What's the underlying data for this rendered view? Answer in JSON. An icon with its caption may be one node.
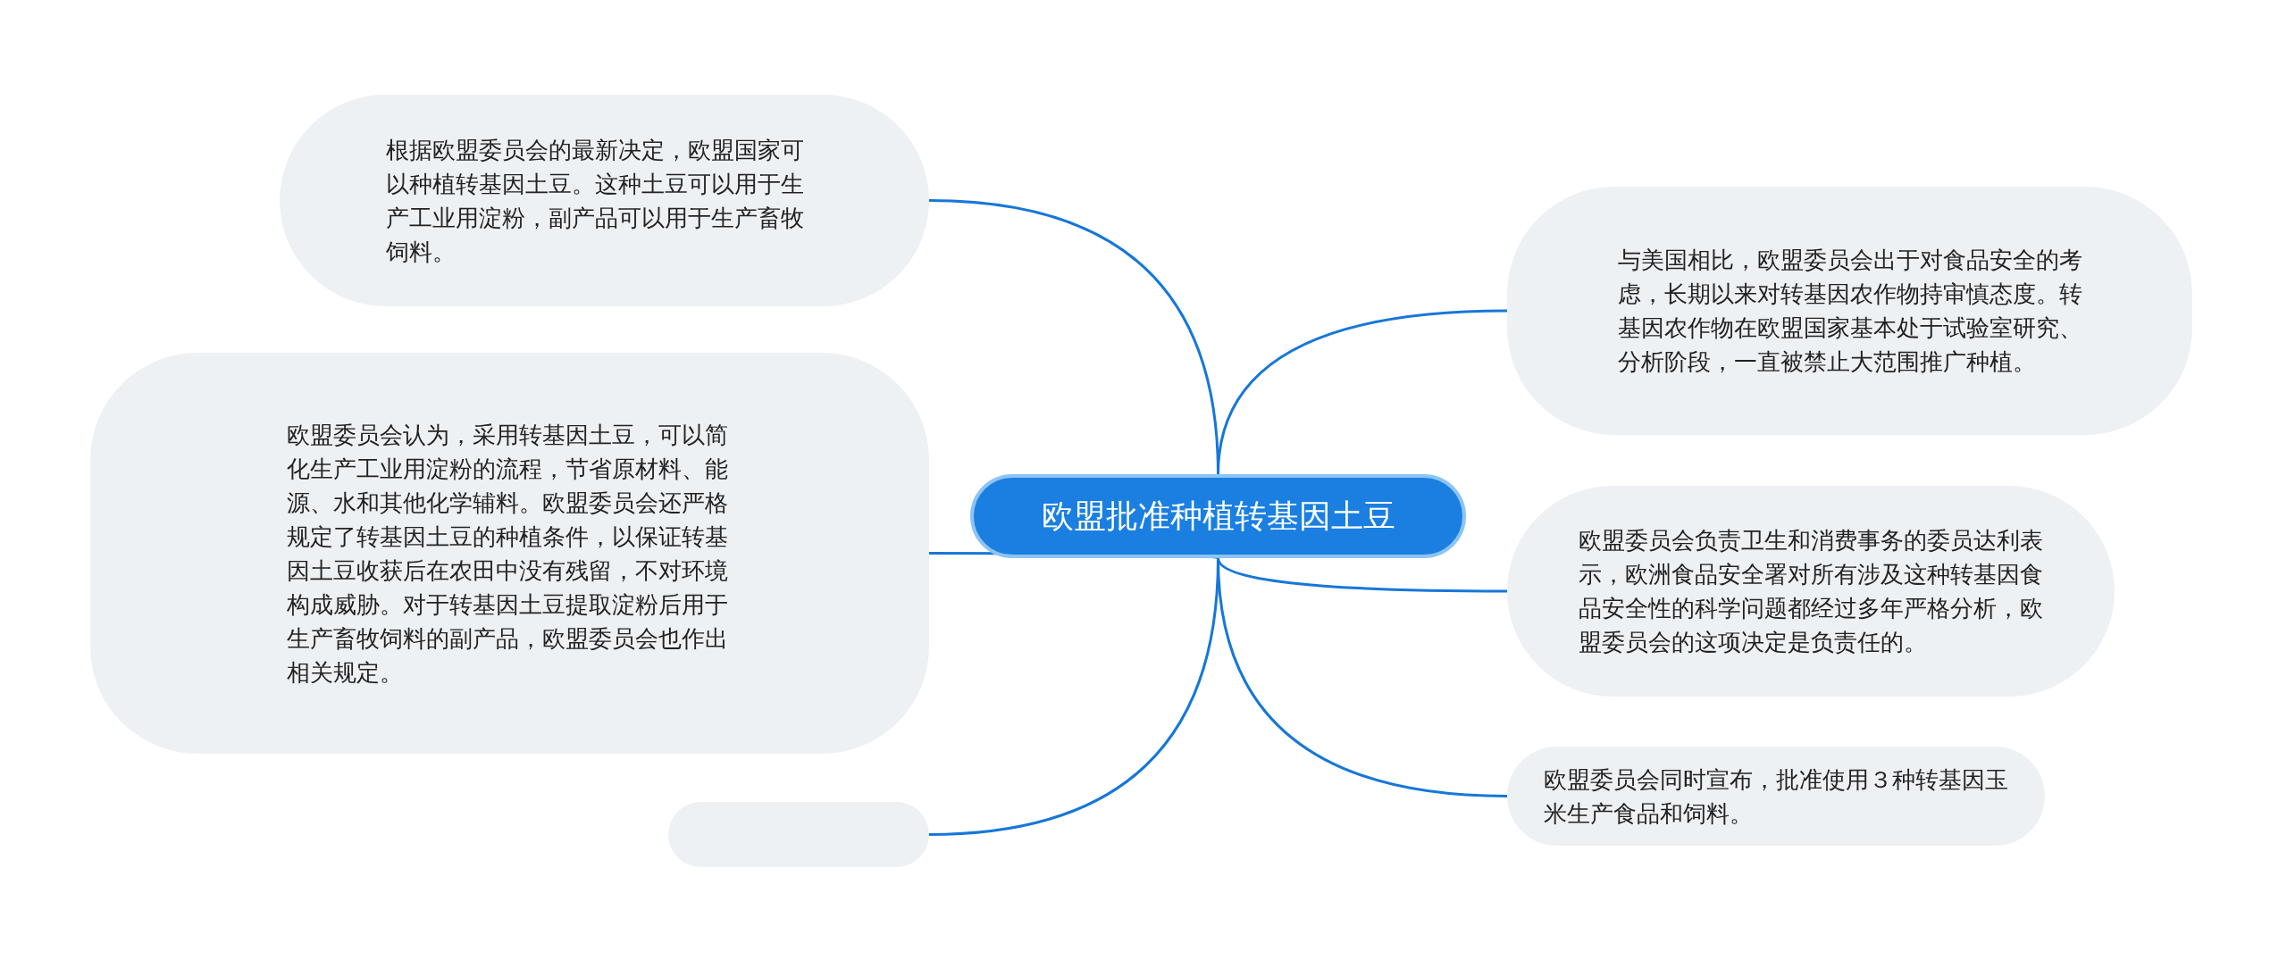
{
  "diagram": {
    "nodes": [
      {
        "text": [
          "欧盟批准种植转基因土豆"
        ]
      },
      {
        "text": [
          "根据欧盟委员会的最新决定，欧盟国家可以种植转基因土豆。这种土豆可以用于生产工业用淀粉，副产品可以用于生产畜牧饲料。"
        ]
      },
      {
        "text": [
          "欧盟委员会认为，采用转基因土豆，可以简化生产工业用淀粉的流程，节省原材料、能源、水和其他化学辅料。欧盟委员会还严格规定了转基因土豆的种植条件，以保证转基因土豆收获后在农田中没有残留，不对环境构成威胁。对于转基因土豆提取淀粉后用于生产畜牧饲料的副产品，欧盟委员会也作出相关规定。"
        ]
      },
      {
        "text": [],
        "shape": "box"
      },
      {
        "text": [
          "与美国相比，欧盟委员会出于对食品安全的考虑，长期以来对转基因农作物持审慎态度。转基因农作物在欧盟国家基本处于试验室研究、分析阶段，一直被禁止大范围推广种植。"
        ]
      },
      {
        "text": [
          "欧盟委员会负责卫生和消费事务的委员达利表示，欧洲食品安全署对所有涉及这种转基因食品安全性的科学问题都经过多年严格分析，欧盟委员会的这项决定是负责任的。"
        ]
      },
      {
        "text": [
          "欧盟委员会同时宣布，批准使用３种转基因玉米生产食品和饲料。"
        ]
      }
    ],
    "edges": [
      {
        "from": 0,
        "to": 1,
        "arrow": "none"
      },
      {
        "from": 0,
        "to": 2,
        "arrow": "none"
      },
      {
        "from": 0,
        "to": 3,
        "arrow": "none"
      },
      {
        "from": 0,
        "to": 4,
        "arrow": "none"
      },
      {
        "from": 0,
        "to": 5,
        "arrow": "none"
      },
      {
        "from": 0,
        "to": 6,
        "arrow": "none"
      }
    ]
  }
}
